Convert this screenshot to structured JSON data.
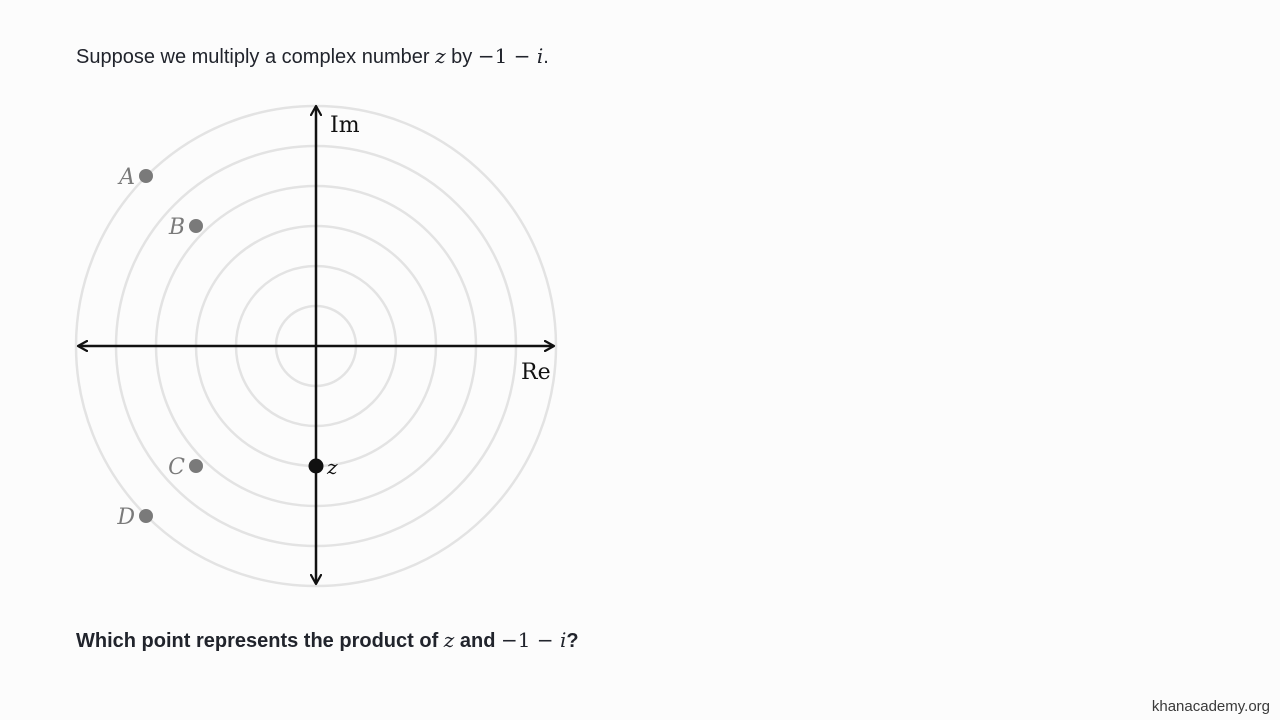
{
  "prompt": {
    "prefix": "Suppose we multiply a complex number ",
    "var": "z",
    "middle": " by ",
    "factor": "−1 − ",
    "factor_i": "i",
    "suffix": "."
  },
  "question": {
    "prefix": "Which point represents the product of ",
    "var": "z",
    "middle": " and ",
    "factor": "−1 − ",
    "factor_i": "i",
    "suffix": "?"
  },
  "diagram": {
    "real_axis_label": "Re",
    "imag_axis_label": "Im",
    "ring_radii": [
      1,
      2,
      3,
      4,
      5,
      6
    ],
    "points": [
      {
        "label": "A",
        "re": -4.25,
        "im": 4.25,
        "color": "#7a7a7a"
      },
      {
        "label": "B",
        "re": -3,
        "im": 3,
        "color": "#7a7a7a"
      },
      {
        "label": "C",
        "re": -3,
        "im": -3,
        "color": "#7a7a7a"
      },
      {
        "label": "D",
        "re": -4.25,
        "im": -4.25,
        "color": "#7a7a7a"
      },
      {
        "label": "z",
        "re": 0,
        "im": -3,
        "color": "#111111"
      }
    ],
    "colors": {
      "axes": "#111111",
      "rings": "#e3e3e3",
      "option_points": "#7a7a7a",
      "given_point": "#111111"
    }
  },
  "watermark": "khanacademy.org"
}
